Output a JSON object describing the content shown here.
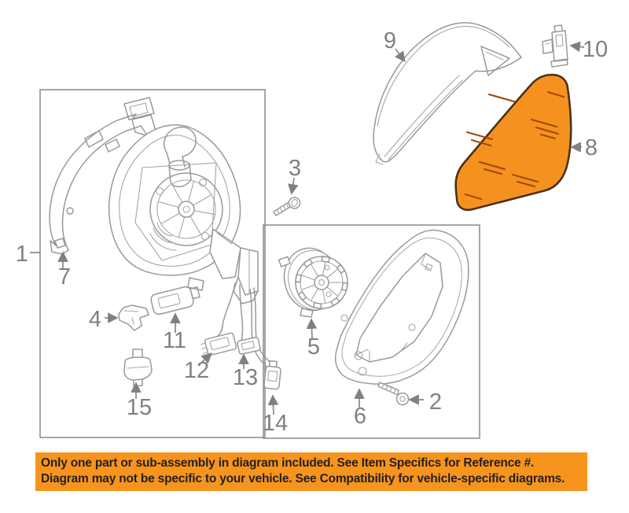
{
  "diagram": {
    "highlighted_part": "8",
    "callouts": {
      "c1": "1",
      "c2": "2",
      "c3": "3",
      "c4": "4",
      "c5": "5",
      "c6": "6",
      "c7": "7",
      "c8": "8",
      "c9": "9",
      "c10": "10",
      "c11": "11",
      "c12": "12",
      "c13": "13",
      "c14": "14",
      "c15": "15"
    }
  },
  "banner": {
    "line1": "Only one part or sub-assembly in diagram included. See Item Specifics for Reference #.",
    "line2": "Diagram may not be specific to your vehicle. See Compatibility for vehicle-specific diagrams."
  },
  "colors": {
    "banner_bg": "#F7941D",
    "banner_text": "#231F20",
    "highlight_fill": "#F5921F",
    "highlight_stroke": "#4B3118",
    "hatch": "#A04A0E",
    "line_art": "#97999C",
    "label": "#7E8184"
  }
}
